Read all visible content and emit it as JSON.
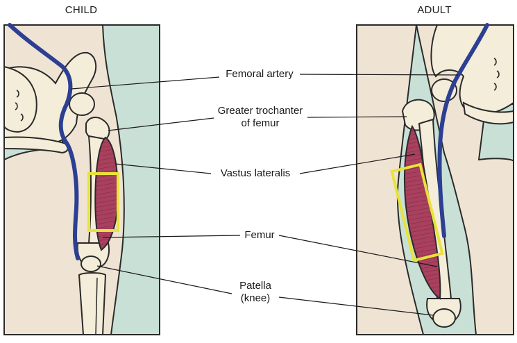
{
  "panels": {
    "left_title": "CHILD",
    "right_title": "ADULT"
  },
  "labels": {
    "femoral_artery": "Femoral artery",
    "greater_trochanter_line1": "Greater trochanter",
    "greater_trochanter_line2": "of femur",
    "vastus_lateralis": "Vastus lateralis",
    "femur": "Femur",
    "patella_line1": "Patella",
    "patella_line2": "(knee)"
  },
  "colors": {
    "background_tissue": "#c9e0d6",
    "skin": "#efe3d3",
    "bone": "#f3edd9",
    "muscle": "#a8405e",
    "artery": "#2c3f92",
    "injection_site": "#e8e33a",
    "outline": "#2a2a2a"
  }
}
